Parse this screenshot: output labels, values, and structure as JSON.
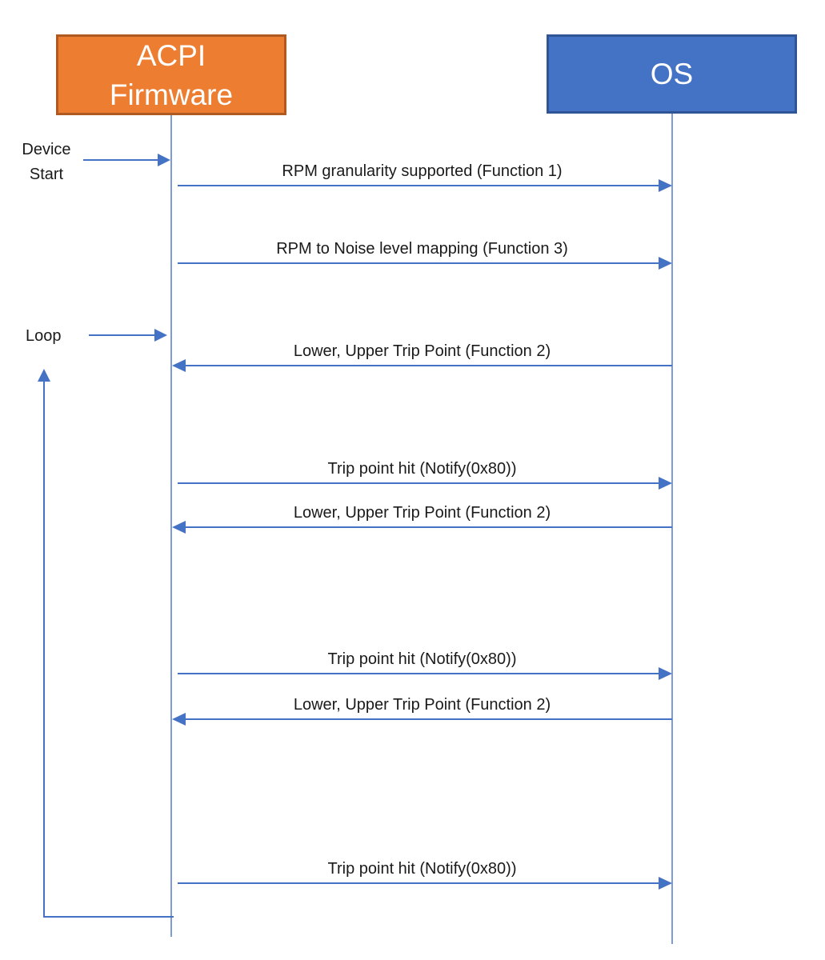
{
  "actors": [
    {
      "name": "ACPI Firmware",
      "lines": [
        "ACPI",
        "Firmware"
      ],
      "fill": "#ED7D31",
      "border": "#AE5A21"
    },
    {
      "name": "OS",
      "lines": [
        "OS"
      ],
      "fill": "#4472C4",
      "border": "#2F5597"
    }
  ],
  "messages": [
    {
      "label": "RPM granularity supported (Function 1)",
      "from": "ACPI Firmware",
      "to": "OS",
      "direction": "right"
    },
    {
      "label": "RPM to Noise level mapping (Function 3)",
      "from": "ACPI Firmware",
      "to": "OS",
      "direction": "right"
    },
    {
      "label": "Lower, Upper Trip Point (Function 2)",
      "from": "OS",
      "to": "ACPI Firmware",
      "direction": "left"
    },
    {
      "label": "Trip point hit (Notify(0x80))",
      "from": "ACPI Firmware",
      "to": "OS",
      "direction": "right"
    },
    {
      "label": "Lower, Upper Trip Point (Function 2)",
      "from": "OS",
      "to": "ACPI Firmware",
      "direction": "left"
    },
    {
      "label": "Trip point hit (Notify(0x80))",
      "from": "ACPI Firmware",
      "to": "OS",
      "direction": "right"
    },
    {
      "label": "Lower, Upper Trip Point (Function 2)",
      "from": "OS",
      "to": "ACPI Firmware",
      "direction": "left"
    },
    {
      "label": "Trip point hit (Notify(0x80))",
      "from": "ACPI Firmware",
      "to": "OS",
      "direction": "right"
    }
  ],
  "annotations": {
    "device_start": {
      "label": "Device Start"
    },
    "loop": {
      "label": "Loop"
    }
  },
  "colors": {
    "arrow": "#4472C4",
    "lifeline": "#7D9BD6",
    "text": "#1A1A1A",
    "acpi_fill": "#ED7D31",
    "acpi_border": "#AE5A21",
    "os_fill": "#4472C4",
    "os_border": "#2F5597"
  }
}
